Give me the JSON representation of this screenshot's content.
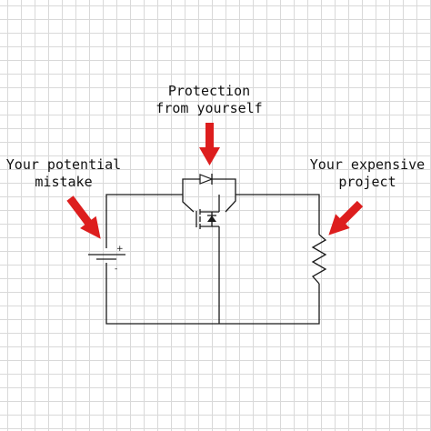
{
  "labels": {
    "protection_line1": "Protection",
    "protection_line2": "from yourself",
    "mistake_line1": "Your potential",
    "mistake_line2": "mistake",
    "project_line1": "Your expensive",
    "project_line2": "project"
  },
  "battery": {
    "plus_sign": "+",
    "minus_sign": "-"
  },
  "colors": {
    "arrow": "#dd1e1e",
    "wire": "#1a1a1a",
    "grid": "#d9d9d9",
    "background": "#ffffff"
  },
  "icons": {
    "battery": "battery-symbol",
    "diode": "diode-symbol",
    "mosfet": "p-channel-mosfet-symbol",
    "resistor": "resistor-zigzag-symbol",
    "arrow": "red-arrow"
  }
}
